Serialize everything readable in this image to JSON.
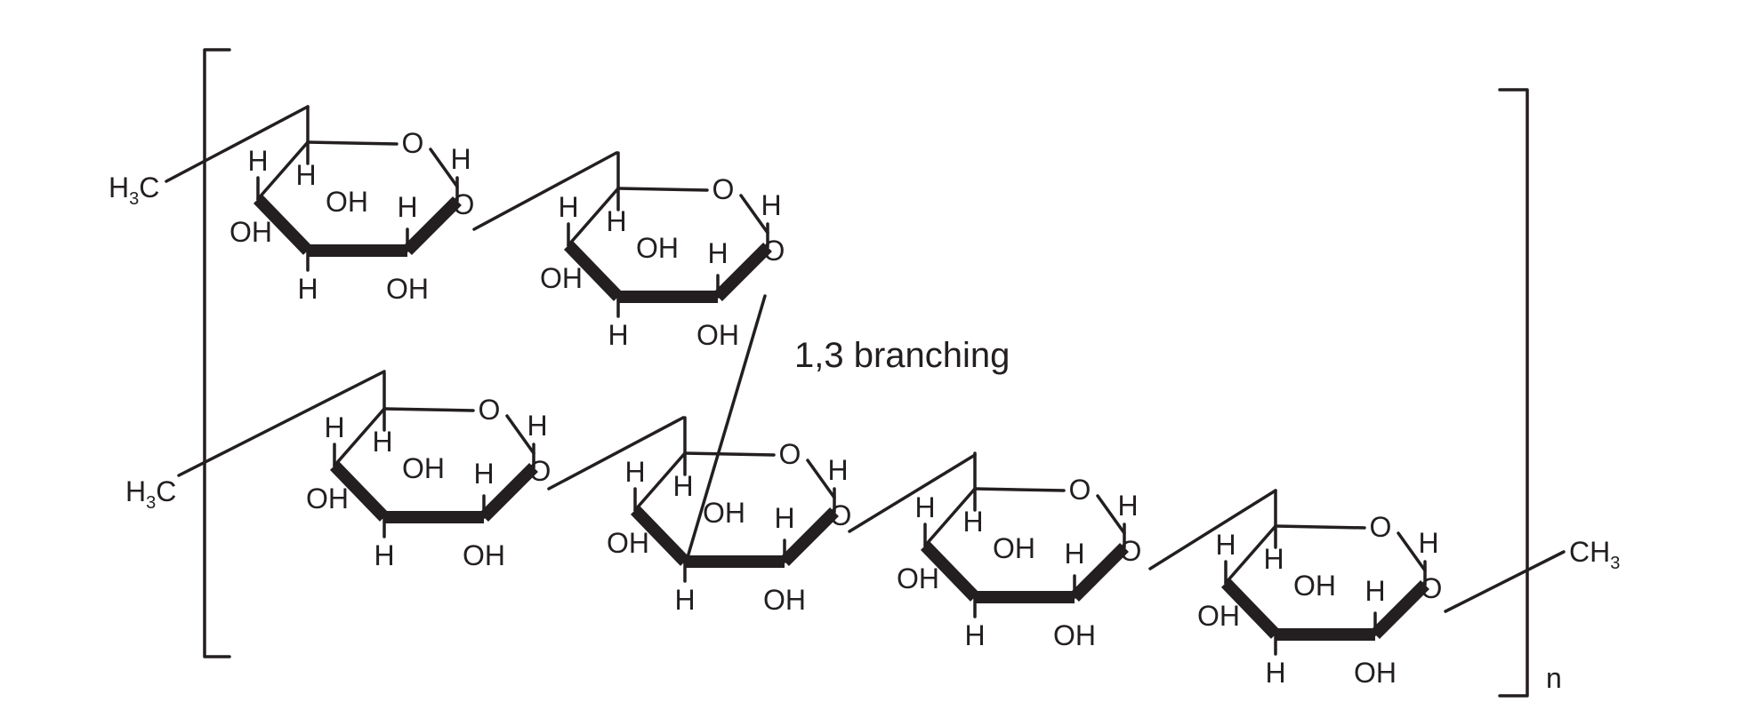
{
  "diagram": {
    "branch_label": "1,3 branching",
    "repeat_label": "n",
    "terminal_groups": {
      "methyl_top_left": {
        "main": "H",
        "sub": "3",
        "tail": "C"
      },
      "methyl_bottom_left": {
        "main": "H",
        "sub": "3",
        "tail": "C"
      },
      "methyl_right": {
        "main": "CH",
        "sub": "3"
      }
    },
    "atoms": {
      "oxygen": "O",
      "hydrogen": "H",
      "hydroxyl": "OH"
    }
  }
}
